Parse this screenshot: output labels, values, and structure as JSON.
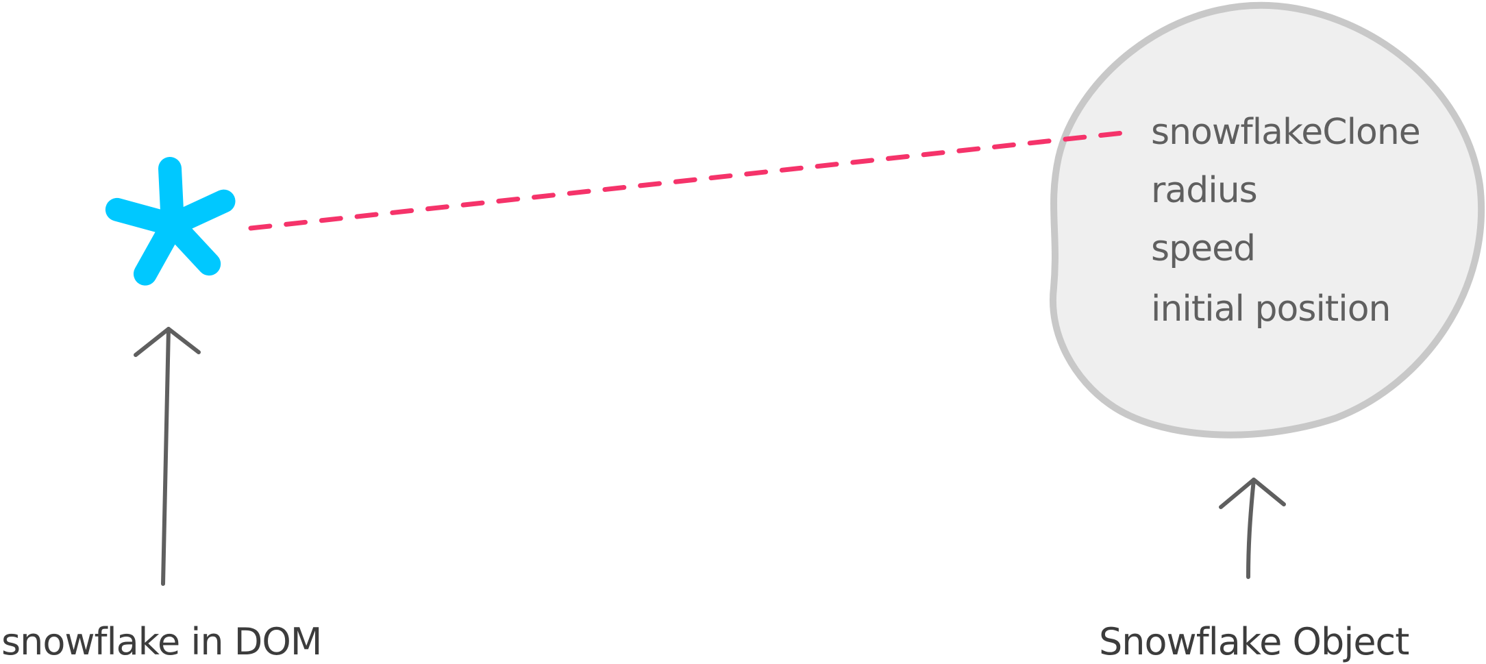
{
  "diagram": {
    "dom_label": "snowflake in DOM",
    "object_label": "Snowflake Object",
    "object_properties": [
      "snowflakeClone",
      "radius",
      "speed",
      "initial position"
    ]
  },
  "colors": {
    "snowflake": "#00c8ff",
    "dashed_link": "#f5336a",
    "arrow": "#5f5f5f",
    "object_fill": "#efefef",
    "object_stroke": "#c8c8c8",
    "text": "#5f5f5f"
  },
  "icons": {
    "snowflake": "snowflake-icon",
    "arrow": "arrow-up-icon"
  }
}
